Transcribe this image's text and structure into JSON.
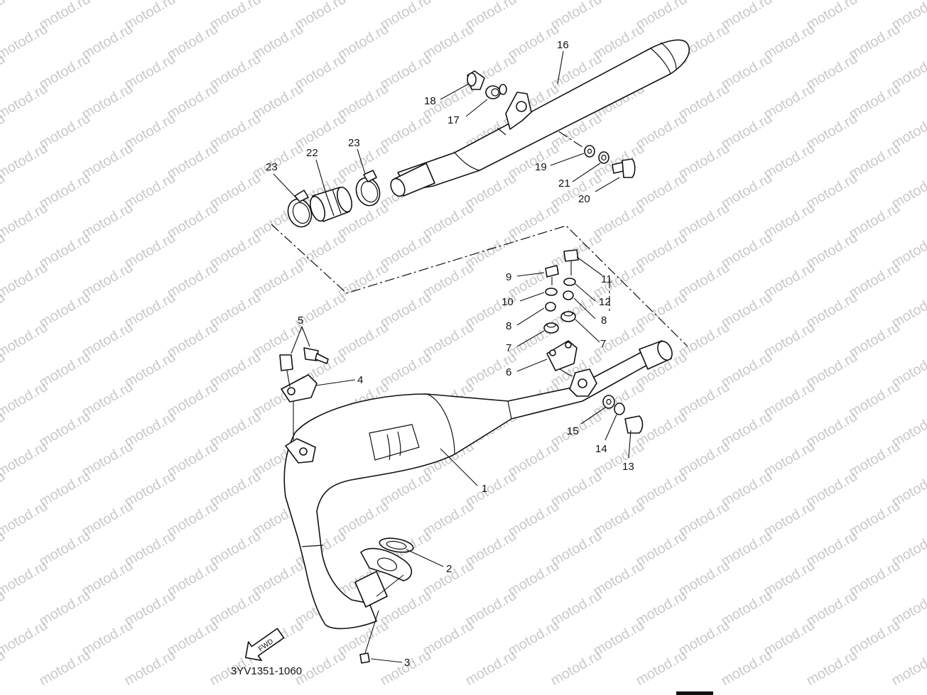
{
  "watermark": {
    "text": "motod.ru",
    "color": "#c9c9c9"
  },
  "drawing_code": "3YV1351-1060",
  "fwd_label": "FWD",
  "callouts": [
    {
      "id": "c16",
      "label": "16"
    },
    {
      "id": "c18",
      "label": "18"
    },
    {
      "id": "c17",
      "label": "17"
    },
    {
      "id": "c23a",
      "label": "23"
    },
    {
      "id": "c22",
      "label": "22"
    },
    {
      "id": "c23b",
      "label": "23"
    },
    {
      "id": "c19",
      "label": "19"
    },
    {
      "id": "c21",
      "label": "21"
    },
    {
      "id": "c20",
      "label": "20"
    },
    {
      "id": "c9",
      "label": "9"
    },
    {
      "id": "c11",
      "label": "11"
    },
    {
      "id": "c10",
      "label": "10"
    },
    {
      "id": "c12",
      "label": "12"
    },
    {
      "id": "c8a",
      "label": "8"
    },
    {
      "id": "c8b",
      "label": "8"
    },
    {
      "id": "c7a",
      "label": "7"
    },
    {
      "id": "c7b",
      "label": "7"
    },
    {
      "id": "c6",
      "label": "6"
    },
    {
      "id": "c5",
      "label": "5"
    },
    {
      "id": "c4",
      "label": "4"
    },
    {
      "id": "c15",
      "label": "15"
    },
    {
      "id": "c14",
      "label": "14"
    },
    {
      "id": "c13",
      "label": "13"
    },
    {
      "id": "c1",
      "label": "1"
    },
    {
      "id": "c2",
      "label": "2"
    },
    {
      "id": "c3",
      "label": "3"
    }
  ]
}
